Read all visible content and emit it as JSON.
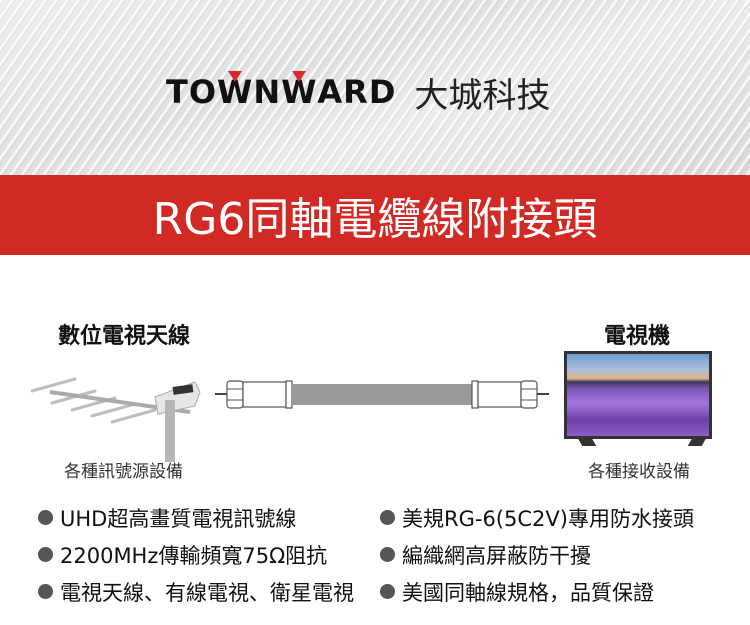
{
  "header": {
    "brand_en": "TOWNWARD",
    "brand_zh": "大城科技"
  },
  "banner": {
    "title": "RG6同軸電纜線附接頭",
    "color": "#d12a25"
  },
  "diagram": {
    "left": {
      "title": "數位電視天線",
      "subtitle": "各種訊號源設備",
      "icon": "antenna-icon"
    },
    "right": {
      "title": "電視機",
      "subtitle": "各種接收設備",
      "icon": "tv-icon"
    },
    "cable": {
      "icon": "coaxial-cable-icon",
      "cable_color": "#9a9a9a"
    }
  },
  "features": {
    "left": [
      "UHD超高畫質電視訊號線",
      "2200MHz傳輸頻寬75Ω阻抗",
      "電視天線、有線電視、衛星電視"
    ],
    "right": [
      "美規RG-6(5C2V)專用防水接頭",
      "編織網高屏蔽防干擾",
      "美國同軸線規格，品質保證"
    ]
  }
}
